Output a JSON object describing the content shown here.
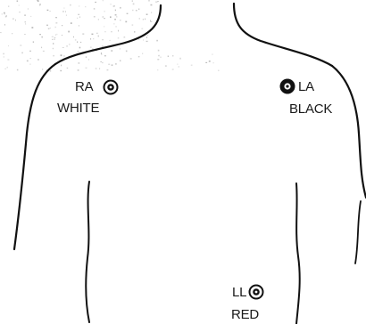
{
  "electrodes": {
    "ra": {
      "code": "RA",
      "color_name": "WHITE",
      "fill": "#ffffff"
    },
    "la": {
      "code": "LA",
      "color_name": "BLACK",
      "fill": "#111111"
    },
    "ll": {
      "code": "LL",
      "color_name": "RED",
      "fill": "#ffffff"
    }
  },
  "colors": {
    "line": "#111111",
    "background": "#ffffff",
    "speckle": "#9a9a9a"
  }
}
